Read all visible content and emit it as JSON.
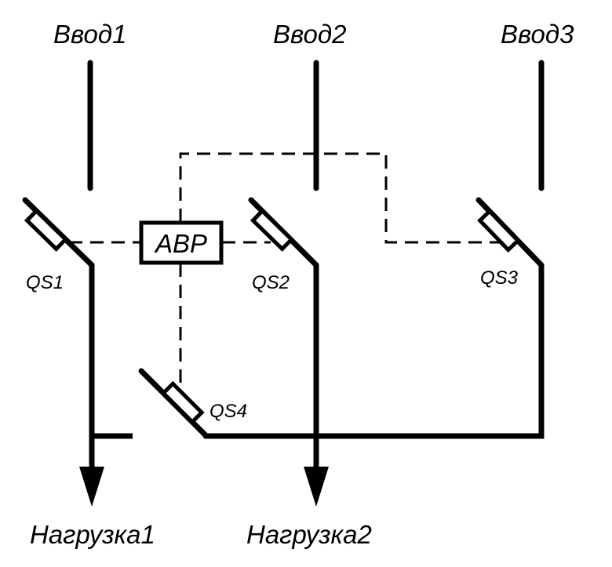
{
  "inputs": [
    {
      "label": "Ввод1"
    },
    {
      "label": "Ввод2"
    },
    {
      "label": "Ввод3"
    }
  ],
  "switches": [
    {
      "label": "QS1"
    },
    {
      "label": "QS2"
    },
    {
      "label": "QS3"
    },
    {
      "label": "QS4"
    }
  ],
  "controller": {
    "label": "АВР"
  },
  "loads": [
    {
      "label": "Нагрузка1"
    },
    {
      "label": "Нагрузка2"
    }
  ]
}
